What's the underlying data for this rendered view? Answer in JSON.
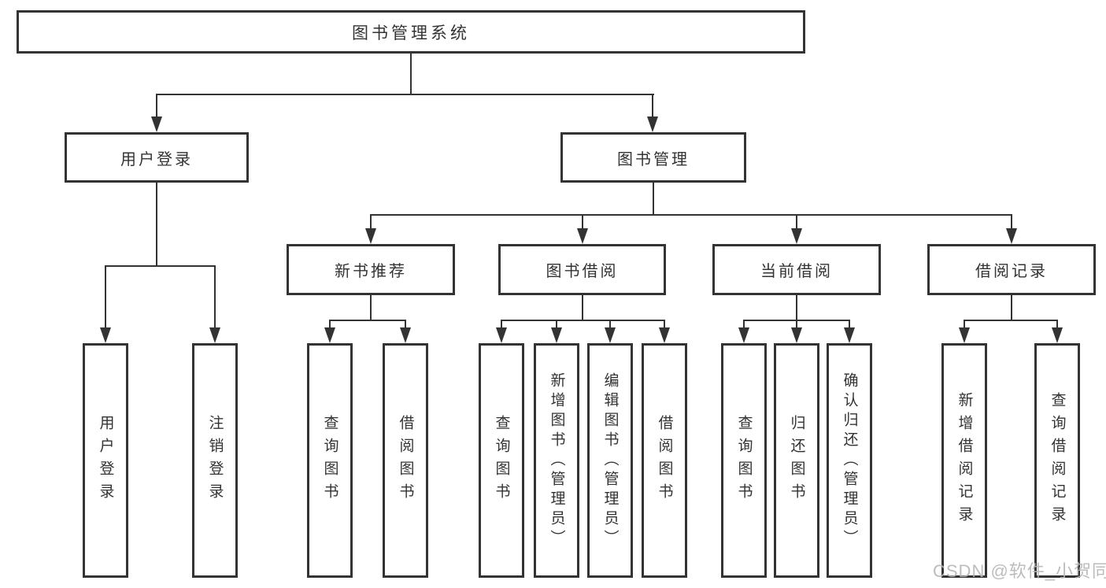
{
  "colors": {
    "line": "#333333",
    "text": "#333333",
    "background": "#ffffff",
    "watermark": "#b5b5b5"
  },
  "watermark": {
    "text": "CSDN @软件_小贺同学"
  },
  "tree": {
    "root": {
      "label": "图书管理系统",
      "children": [
        {
          "label": "用户登录",
          "children": [
            {
              "label": "用户登录"
            },
            {
              "label": "注销登录"
            }
          ]
        },
        {
          "label": "图书管理",
          "children": [
            {
              "label": "新书推荐",
              "children": [
                {
                  "label": "查询图书"
                },
                {
                  "label": "借阅图书"
                }
              ]
            },
            {
              "label": "图书借阅",
              "children": [
                {
                  "label": "查询图书"
                },
                {
                  "label": "新增图书（管理员）"
                },
                {
                  "label": "编辑图书（管理员）"
                },
                {
                  "label": "借阅图书"
                }
              ]
            },
            {
              "label": "当前借阅",
              "children": [
                {
                  "label": "查询图书"
                },
                {
                  "label": "归还图书"
                },
                {
                  "label": "确认归还（管理员）"
                }
              ]
            },
            {
              "label": "借阅记录",
              "children": [
                {
                  "label": "新增借阅记录"
                },
                {
                  "label": "查询借阅记录"
                }
              ]
            }
          ]
        }
      ]
    }
  }
}
